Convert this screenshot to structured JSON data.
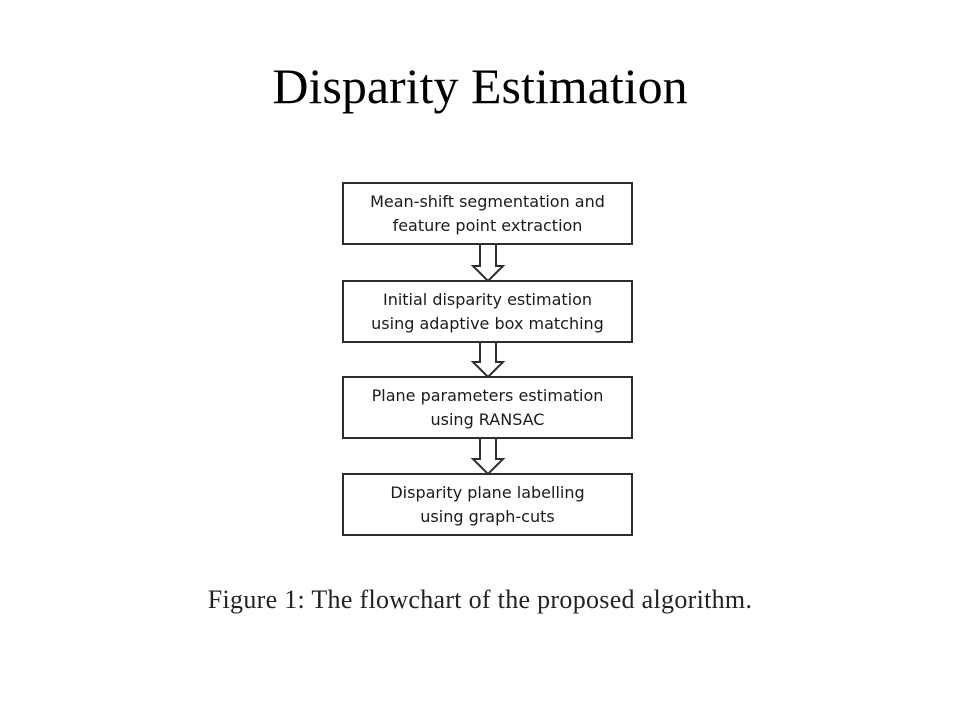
{
  "slide": {
    "title": "Disparity Estimation"
  },
  "flowchart": {
    "steps": [
      {
        "line1": "Mean-shift segmentation and",
        "line2": "feature point extraction"
      },
      {
        "line1": "Initial disparity estimation",
        "line2": "using adaptive box matching"
      },
      {
        "line1": "Plane parameters estimation",
        "line2": "using RANSAC"
      },
      {
        "line1": "Disparity plane labelling",
        "line2": "using graph-cuts"
      }
    ]
  },
  "caption": "Figure 1:  The flowchart of the proposed algorithm."
}
